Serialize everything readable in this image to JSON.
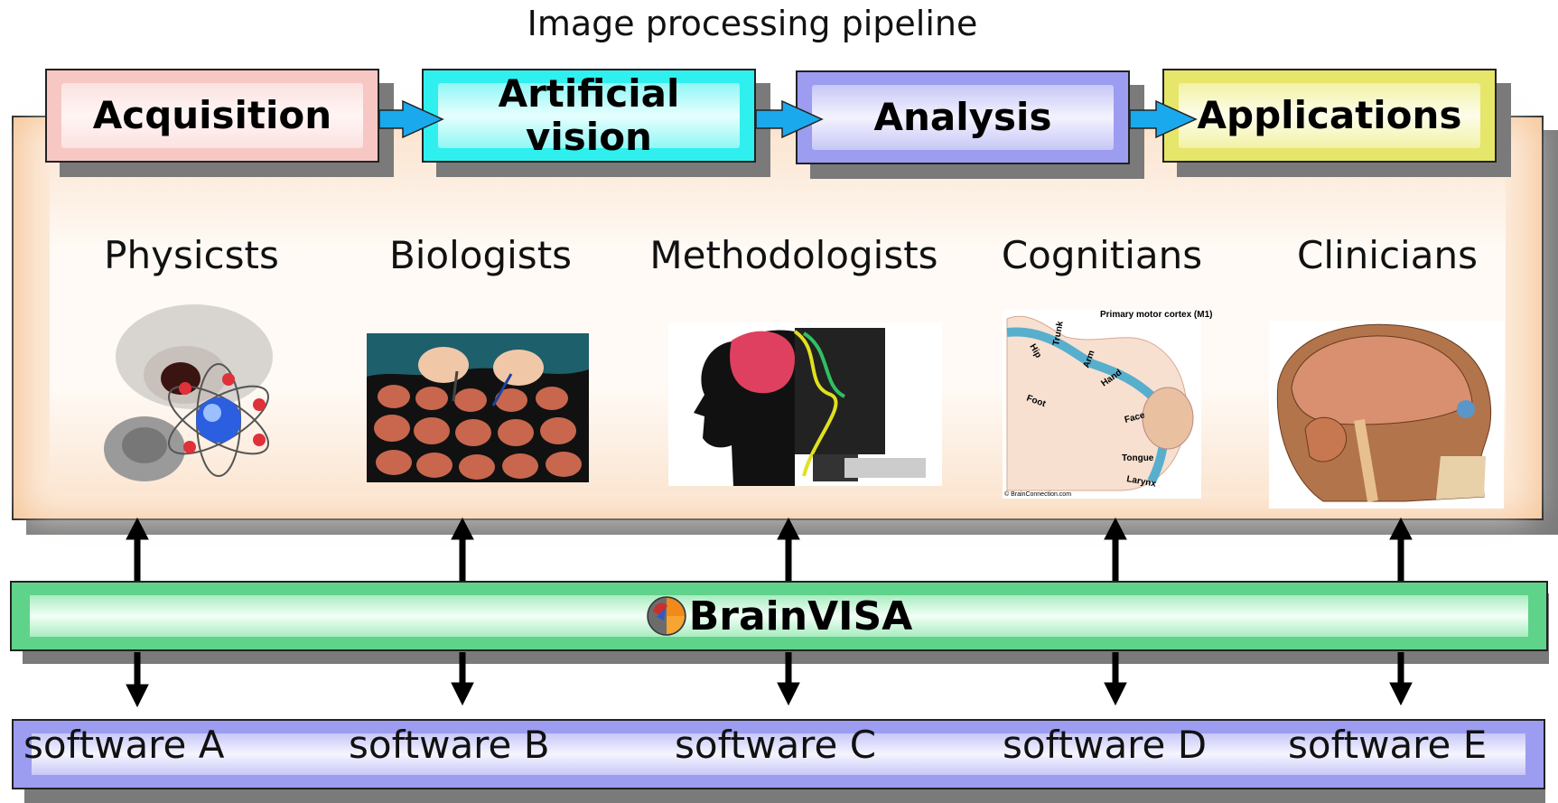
{
  "title": "Image processing pipeline",
  "stages": [
    "Acquisition",
    "Artificial vision",
    "Analysis",
    "Applications"
  ],
  "roles": [
    "Physicsts",
    "Biologists",
    "Methodologists",
    "Cognitians",
    "Clinicians"
  ],
  "platform": "BrainVISA",
  "software": [
    "software A",
    "software B",
    "software C",
    "software D",
    "software E"
  ],
  "motor_cortex_labels": {
    "title": "Primary motor cortex (M1)",
    "parts": [
      "Hip",
      "Trunk",
      "Arm",
      "Hand",
      "Foot",
      "Face",
      "Tongue",
      "Larynx"
    ],
    "credit": "© BrainConnection.com"
  },
  "colors": {
    "panel": "#f6c79a",
    "acquisition": "#f7c7c4",
    "artificial_vision": "#2ff0ee",
    "analysis": "#9c9cf0",
    "applications": "#e6e66a",
    "platform": "#5fd38a",
    "software": "#9c9cf0",
    "arrow": "#1aa9ec"
  }
}
